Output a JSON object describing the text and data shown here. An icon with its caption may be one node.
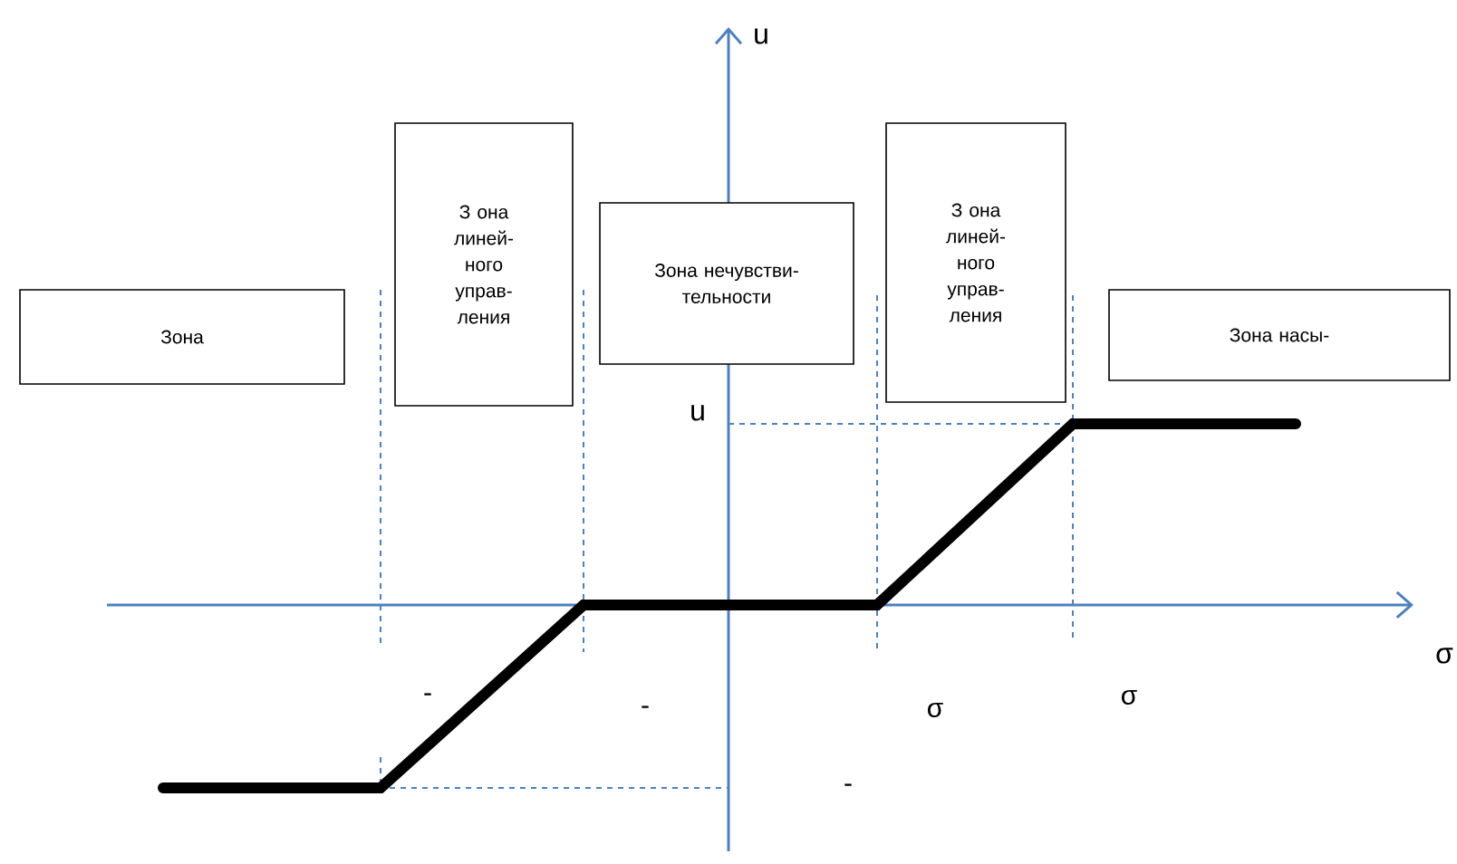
{
  "diagram": {
    "nodes": [
      {
        "text": [
          "Зона"
        ]
      },
      {
        "text": [
          "З она линей- ного управ- ления"
        ]
      },
      {
        "text": [
          "Зона нечувстви- тельности"
        ]
      },
      {
        "text": [
          "З она линей- ного управ- ления"
        ]
      },
      {
        "text": [
          "Зона насы-"
        ]
      }
    ],
    "labels": [
      "u",
      "u",
      "σ",
      "-",
      "σ",
      "-",
      "σ",
      "-"
    ]
  }
}
